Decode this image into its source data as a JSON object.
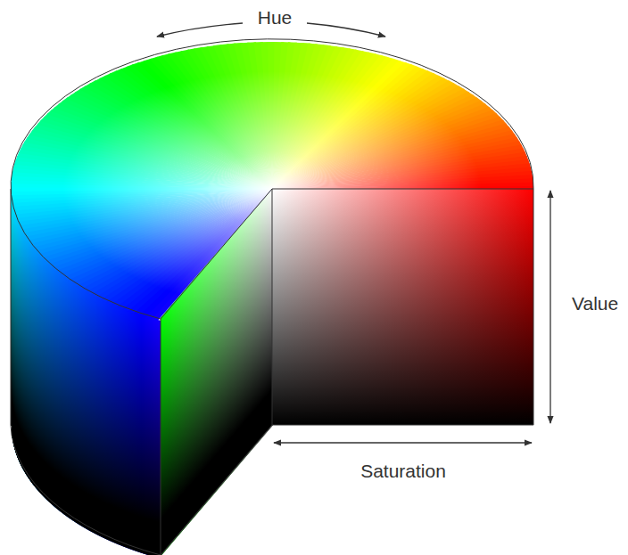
{
  "diagram": {
    "labels": [
      "Hue",
      "Value",
      "Saturation"
    ]
  }
}
